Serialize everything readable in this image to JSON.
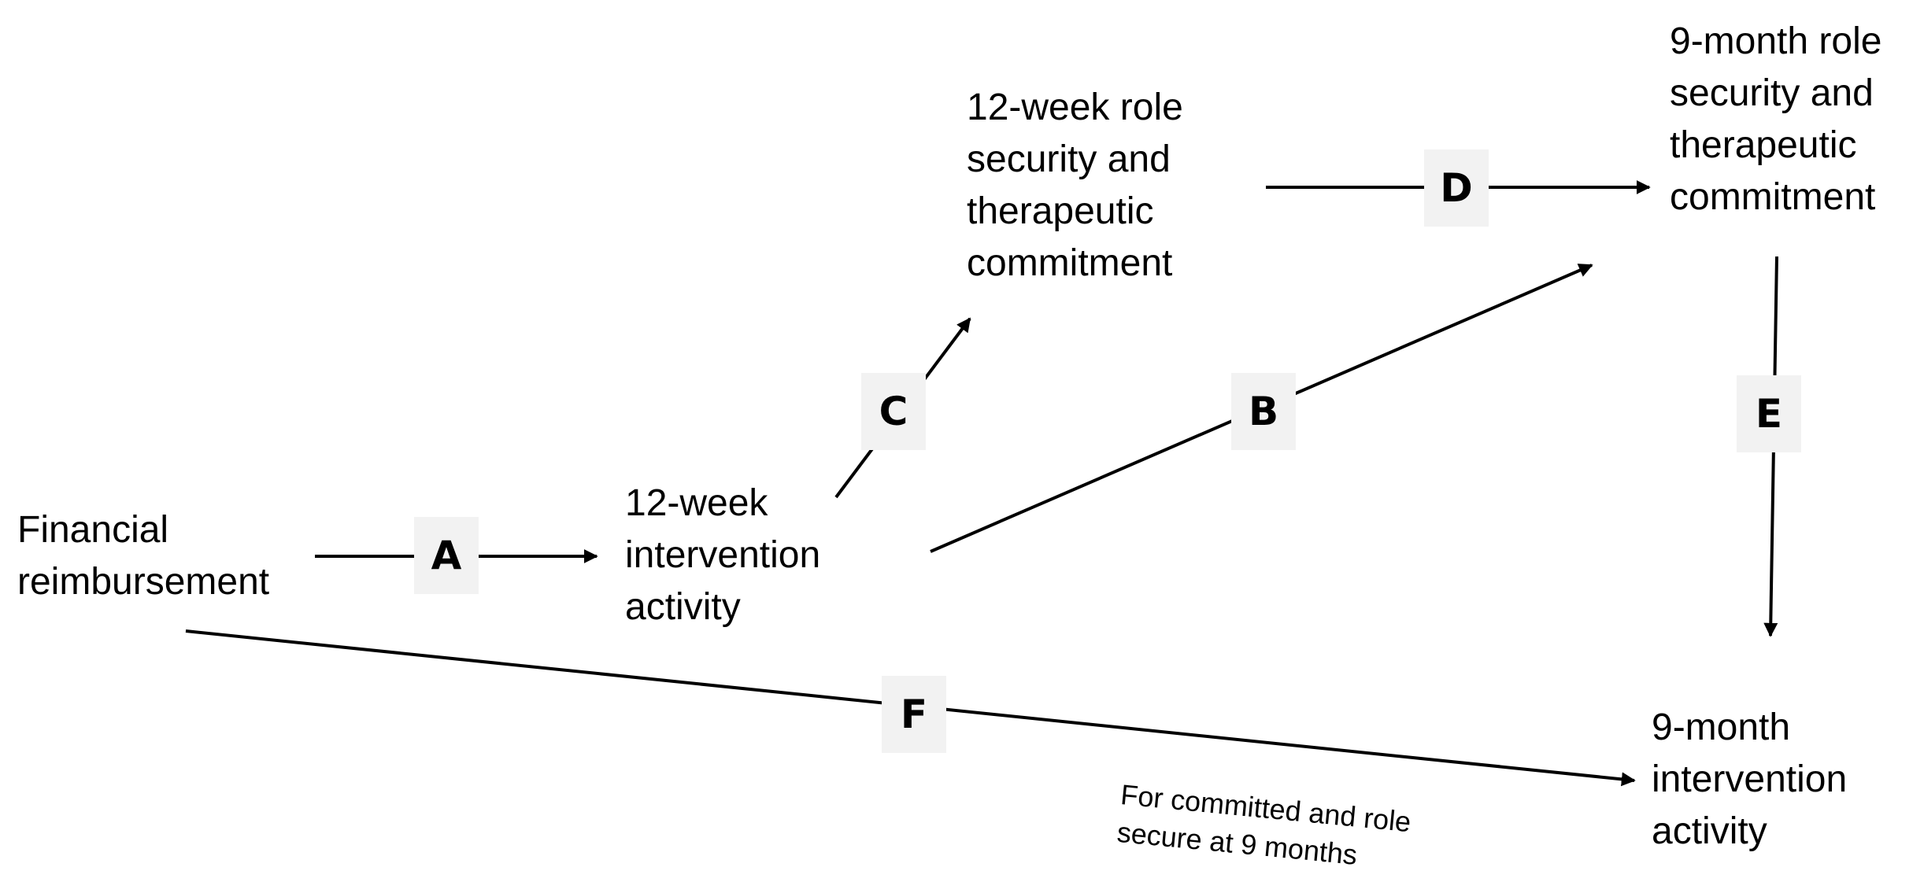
{
  "nodes": {
    "financial_reimbursement": "Financial\nreimbursement",
    "intervention_activity_12wk": "12-week\nintervention\nactivity",
    "role_security_12wk": "12-week role\nsecurity and\ntherapeutic\ncommitment",
    "role_security_9mo": "9-month role\nsecurity and\ntherapeutic\ncommitment",
    "intervention_activity_9mo": "9-month\nintervention\nactivity"
  },
  "paths": {
    "A": "A",
    "B": "B",
    "C": "C",
    "D": "D",
    "E": "E",
    "F": "F"
  },
  "note": "For committed and role\nsecure at 9 months",
  "colors": {
    "line": "#000000",
    "label_background": "#f2f2f2"
  }
}
